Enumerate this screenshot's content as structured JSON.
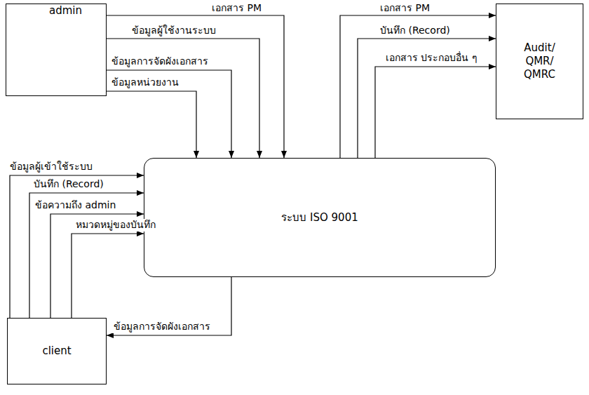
{
  "diagram": {
    "nodes": [
      {
        "text": [
          "admin"
        ]
      },
      {
        "text": [
          "ระบบ ISO 9001"
        ]
      },
      {
        "text": [
          "Audit/ QMR/ QMRC"
        ]
      },
      {
        "text": [
          "client"
        ]
      }
    ],
    "edges": [
      {
        "from": 0,
        "to": 1,
        "arrow": "to",
        "label": "เอกสาร PM"
      },
      {
        "from": 0,
        "to": 1,
        "arrow": "to",
        "label": "ข้อมูลผู้ใช้งานระบบ"
      },
      {
        "from": 0,
        "to": 1,
        "arrow": "to",
        "label": "ข้อมูลการจัดผังเอกสาร"
      },
      {
        "from": 0,
        "to": 1,
        "arrow": "to",
        "label": "ข้อมูลหน่วยงาน"
      },
      {
        "from": 1,
        "to": 2,
        "arrow": "to",
        "label": "เอกสาร PM"
      },
      {
        "from": 1,
        "to": 2,
        "arrow": "to",
        "label": "บันทึก (Record)"
      },
      {
        "from": 1,
        "to": 2,
        "arrow": "to",
        "label": "เอกสาร ประกอบอื่น ๆ"
      },
      {
        "from": 3,
        "to": 1,
        "arrow": "to",
        "label": "ข้อมูลผู้เข้าใช้ระบบ"
      },
      {
        "from": 3,
        "to": 1,
        "arrow": "to",
        "label": "บันทึก (Record)"
      },
      {
        "from": 3,
        "to": 1,
        "arrow": "to",
        "label": "ข้อความถึง admin"
      },
      {
        "from": 3,
        "to": 1,
        "arrow": "to",
        "label": "หมวดหมู่ของบันทึก"
      },
      {
        "from": 1,
        "to": 3,
        "arrow": "to",
        "label": "ข้อมูลการจัดผังเอกสาร"
      }
    ]
  }
}
